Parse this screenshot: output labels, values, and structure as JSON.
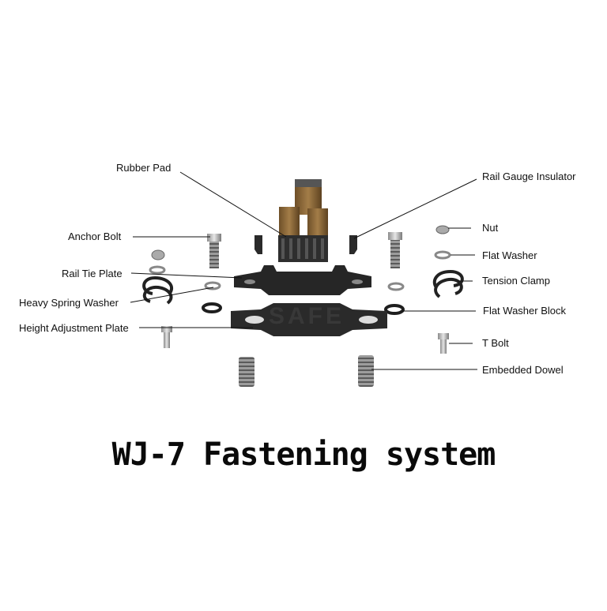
{
  "title": "WJ-7 Fastening system",
  "watermark": "SAFE",
  "labels": {
    "rubber_pad": "Rubber Pad",
    "rail_gauge_insulator": "Rail Gauge Insulator",
    "anchor_bolt": "Anchor Bolt",
    "nut": "Nut",
    "flat_washer": "Flat Washer",
    "rail_tie_plate": "Rail Tie Plate",
    "tension_clamp": "Tension Clamp",
    "heavy_spring_washer": "Heavy Spring Washer",
    "flat_washer_block": "Flat Washer Block",
    "height_adjustment_plate": "Height Adjustment Plate",
    "t_bolt": "T Bolt",
    "embedded_dowel": "Embedded Dowel"
  },
  "colors": {
    "pad_brown": "#9a7440",
    "plate_dark": "#2b2b2b",
    "metal": "#b9b9b9",
    "line": "#111111"
  }
}
